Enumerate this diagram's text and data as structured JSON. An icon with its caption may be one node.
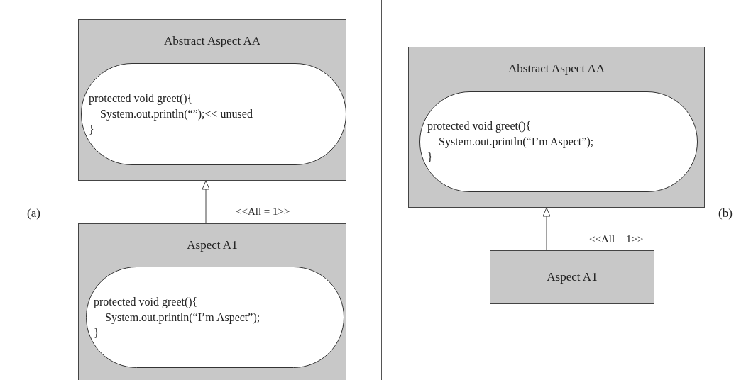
{
  "diagram": {
    "nodes": [
      {
        "text": [
          "Abstract Aspect AA"
        ]
      },
      {
        "text": [
          "protected void greet(){",
          "System.out.println(“”);<< unused",
          "}"
        ],
        "in": 0
      },
      {
        "text": [
          "Aspect A1"
        ]
      },
      {
        "text": [
          "protected void greet(){",
          "System.out.println(“I’m Aspect”);",
          "}"
        ],
        "in": 2
      },
      {
        "text": [
          "Abstract Aspect AA"
        ]
      },
      {
        "text": [
          "protected void greet(){",
          "System.out.println(“I’m Aspect”);",
          "}"
        ],
        "in": 4
      },
      {
        "text": [
          "Aspect A1"
        ]
      }
    ],
    "edges": [
      {
        "from": 2,
        "to": 0,
        "arrow": "to",
        "label": "<<All = 1>>"
      },
      {
        "from": 6,
        "to": 4,
        "arrow": "to",
        "label": "<<All = 1>>"
      }
    ],
    "labels": [
      "(a)",
      "(b)"
    ]
  }
}
